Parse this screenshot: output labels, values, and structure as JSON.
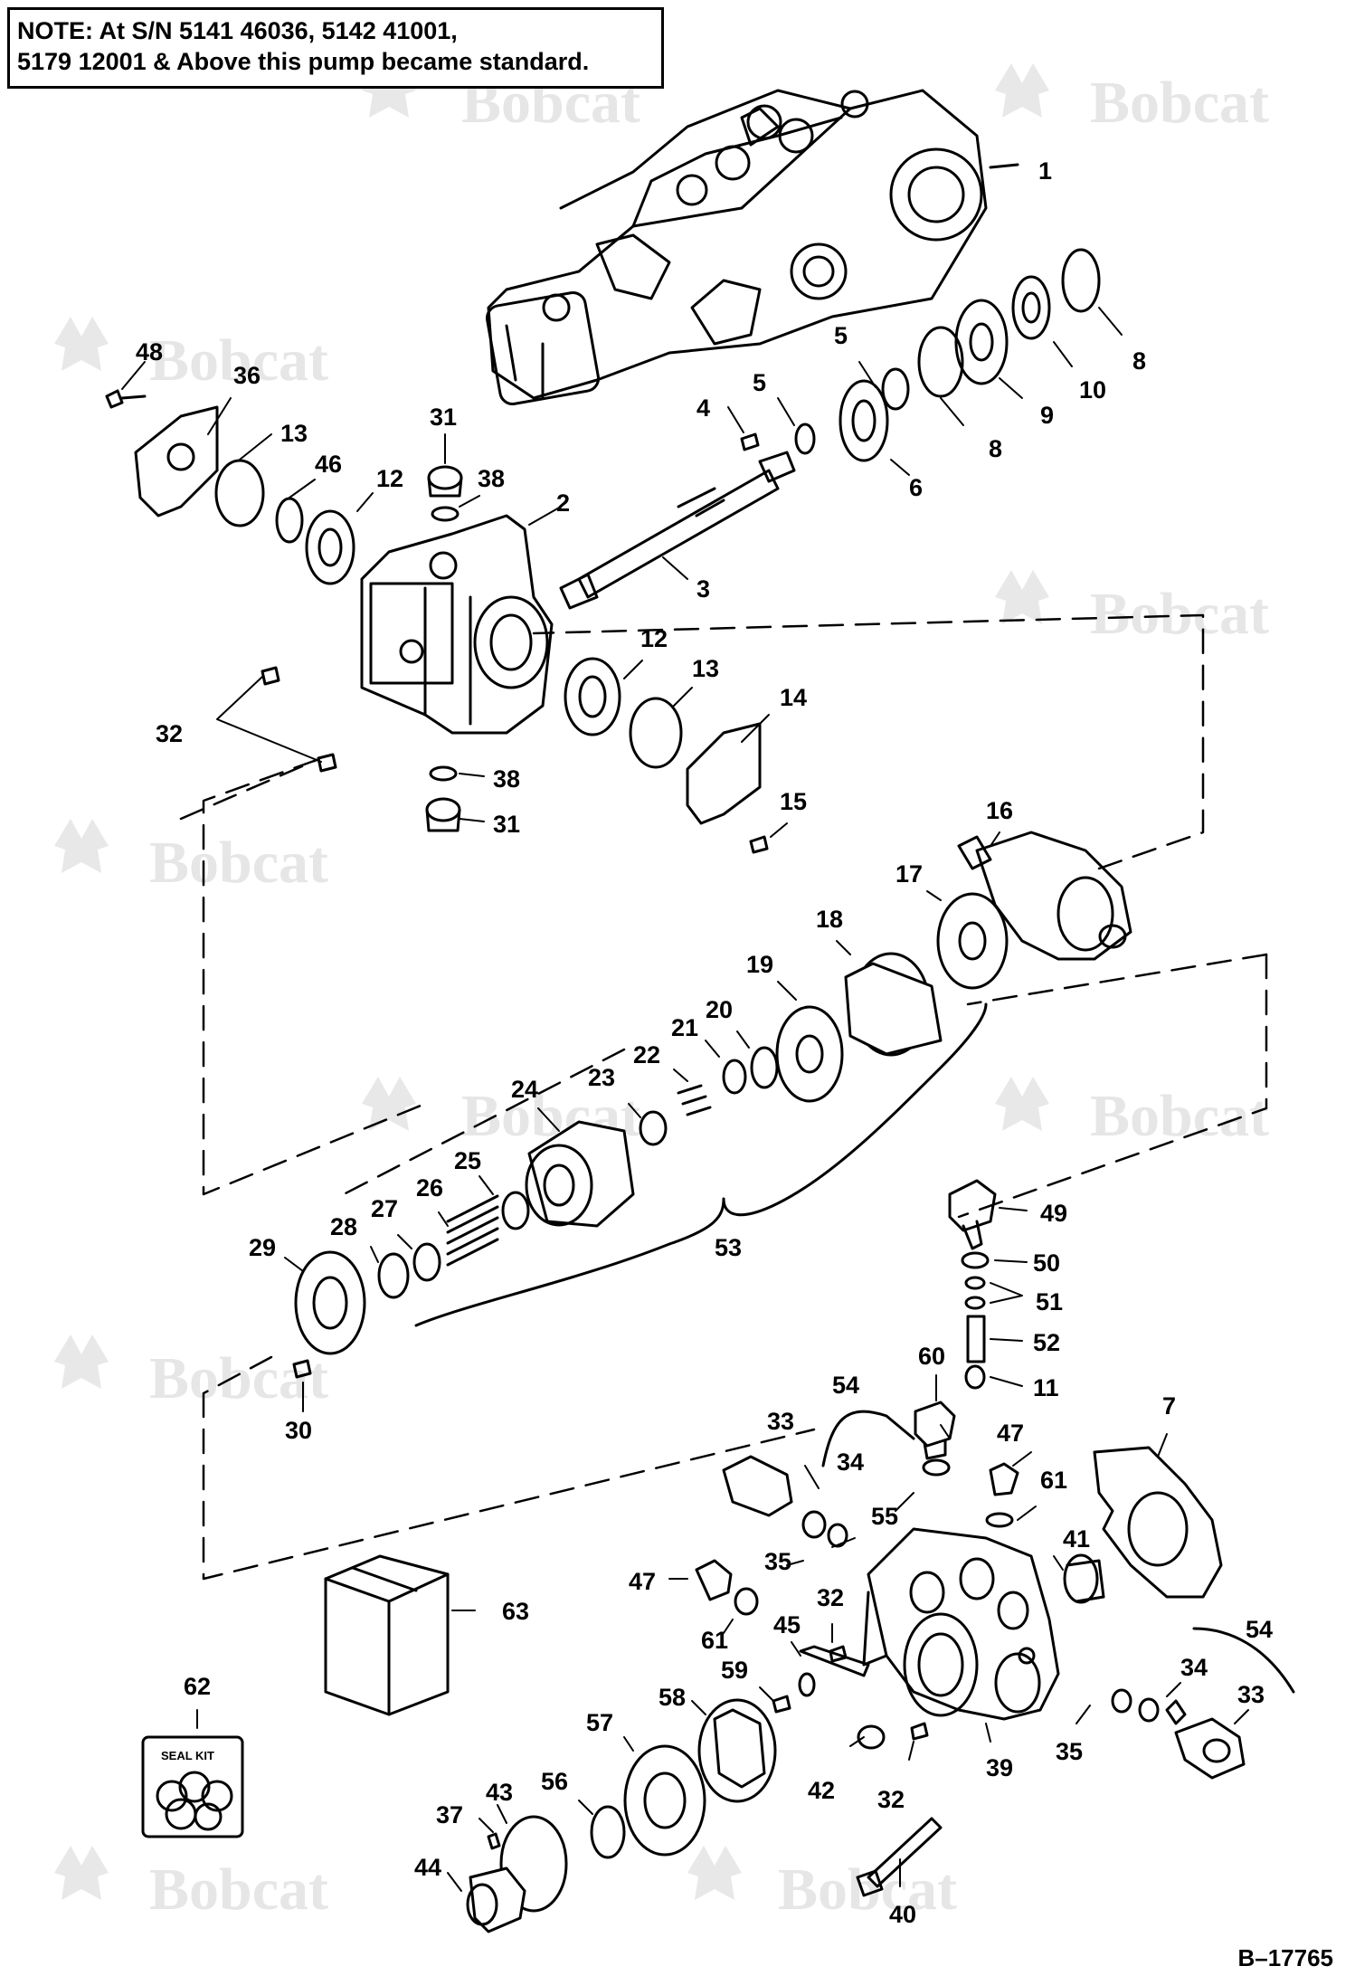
{
  "note": {
    "line1": "NOTE: At S/N 5141 46036, 5142 41001,",
    "line2": "5179 12001 & Above this pump became standard."
  },
  "figure_id": "B–17765",
  "watermark": {
    "text": "Bobcat",
    "color": "#e6e6e6"
  },
  "seal_kit_label": "SEAL KIT",
  "callouts": {
    "c1": "1",
    "c2": "2",
    "c3": "3",
    "c4": "4",
    "c5a": "5",
    "c5b": "5",
    "c6": "6",
    "c7": "7",
    "c8a": "8",
    "c8b": "8",
    "c9": "9",
    "c10": "10",
    "c11": "11",
    "c12a": "12",
    "c12b": "12",
    "c13a": "13",
    "c13b": "13",
    "c14": "14",
    "c15": "15",
    "c16": "16",
    "c17": "17",
    "c18": "18",
    "c19": "19",
    "c20": "20",
    "c21": "21",
    "c22": "22",
    "c23": "23",
    "c24": "24",
    "c25": "25",
    "c26": "26",
    "c27": "27",
    "c28": "28",
    "c29": "29",
    "c30": "30",
    "c31a": "31",
    "c31b": "31",
    "c32a": "32",
    "c32b": "32",
    "c32c": "32",
    "c33a": "33",
    "c33b": "33",
    "c34a": "34",
    "c34b": "34",
    "c35a": "35",
    "c35b": "35",
    "c36": "36",
    "c37": "37",
    "c38a": "38",
    "c38b": "38",
    "c39": "39",
    "c40": "40",
    "c41": "41",
    "c42": "42",
    "c43": "43",
    "c44": "44",
    "c45": "45",
    "c46": "46",
    "c47a": "47",
    "c47b": "47",
    "c48": "48",
    "c49": "49",
    "c50": "50",
    "c51": "51",
    "c52": "52",
    "c53": "53",
    "c54a": "54",
    "c54b": "54",
    "c55": "55",
    "c56": "56",
    "c57": "57",
    "c58": "58",
    "c59": "59",
    "c60": "60",
    "c61a": "61",
    "c61b": "61",
    "c62": "62",
    "c63": "63"
  }
}
